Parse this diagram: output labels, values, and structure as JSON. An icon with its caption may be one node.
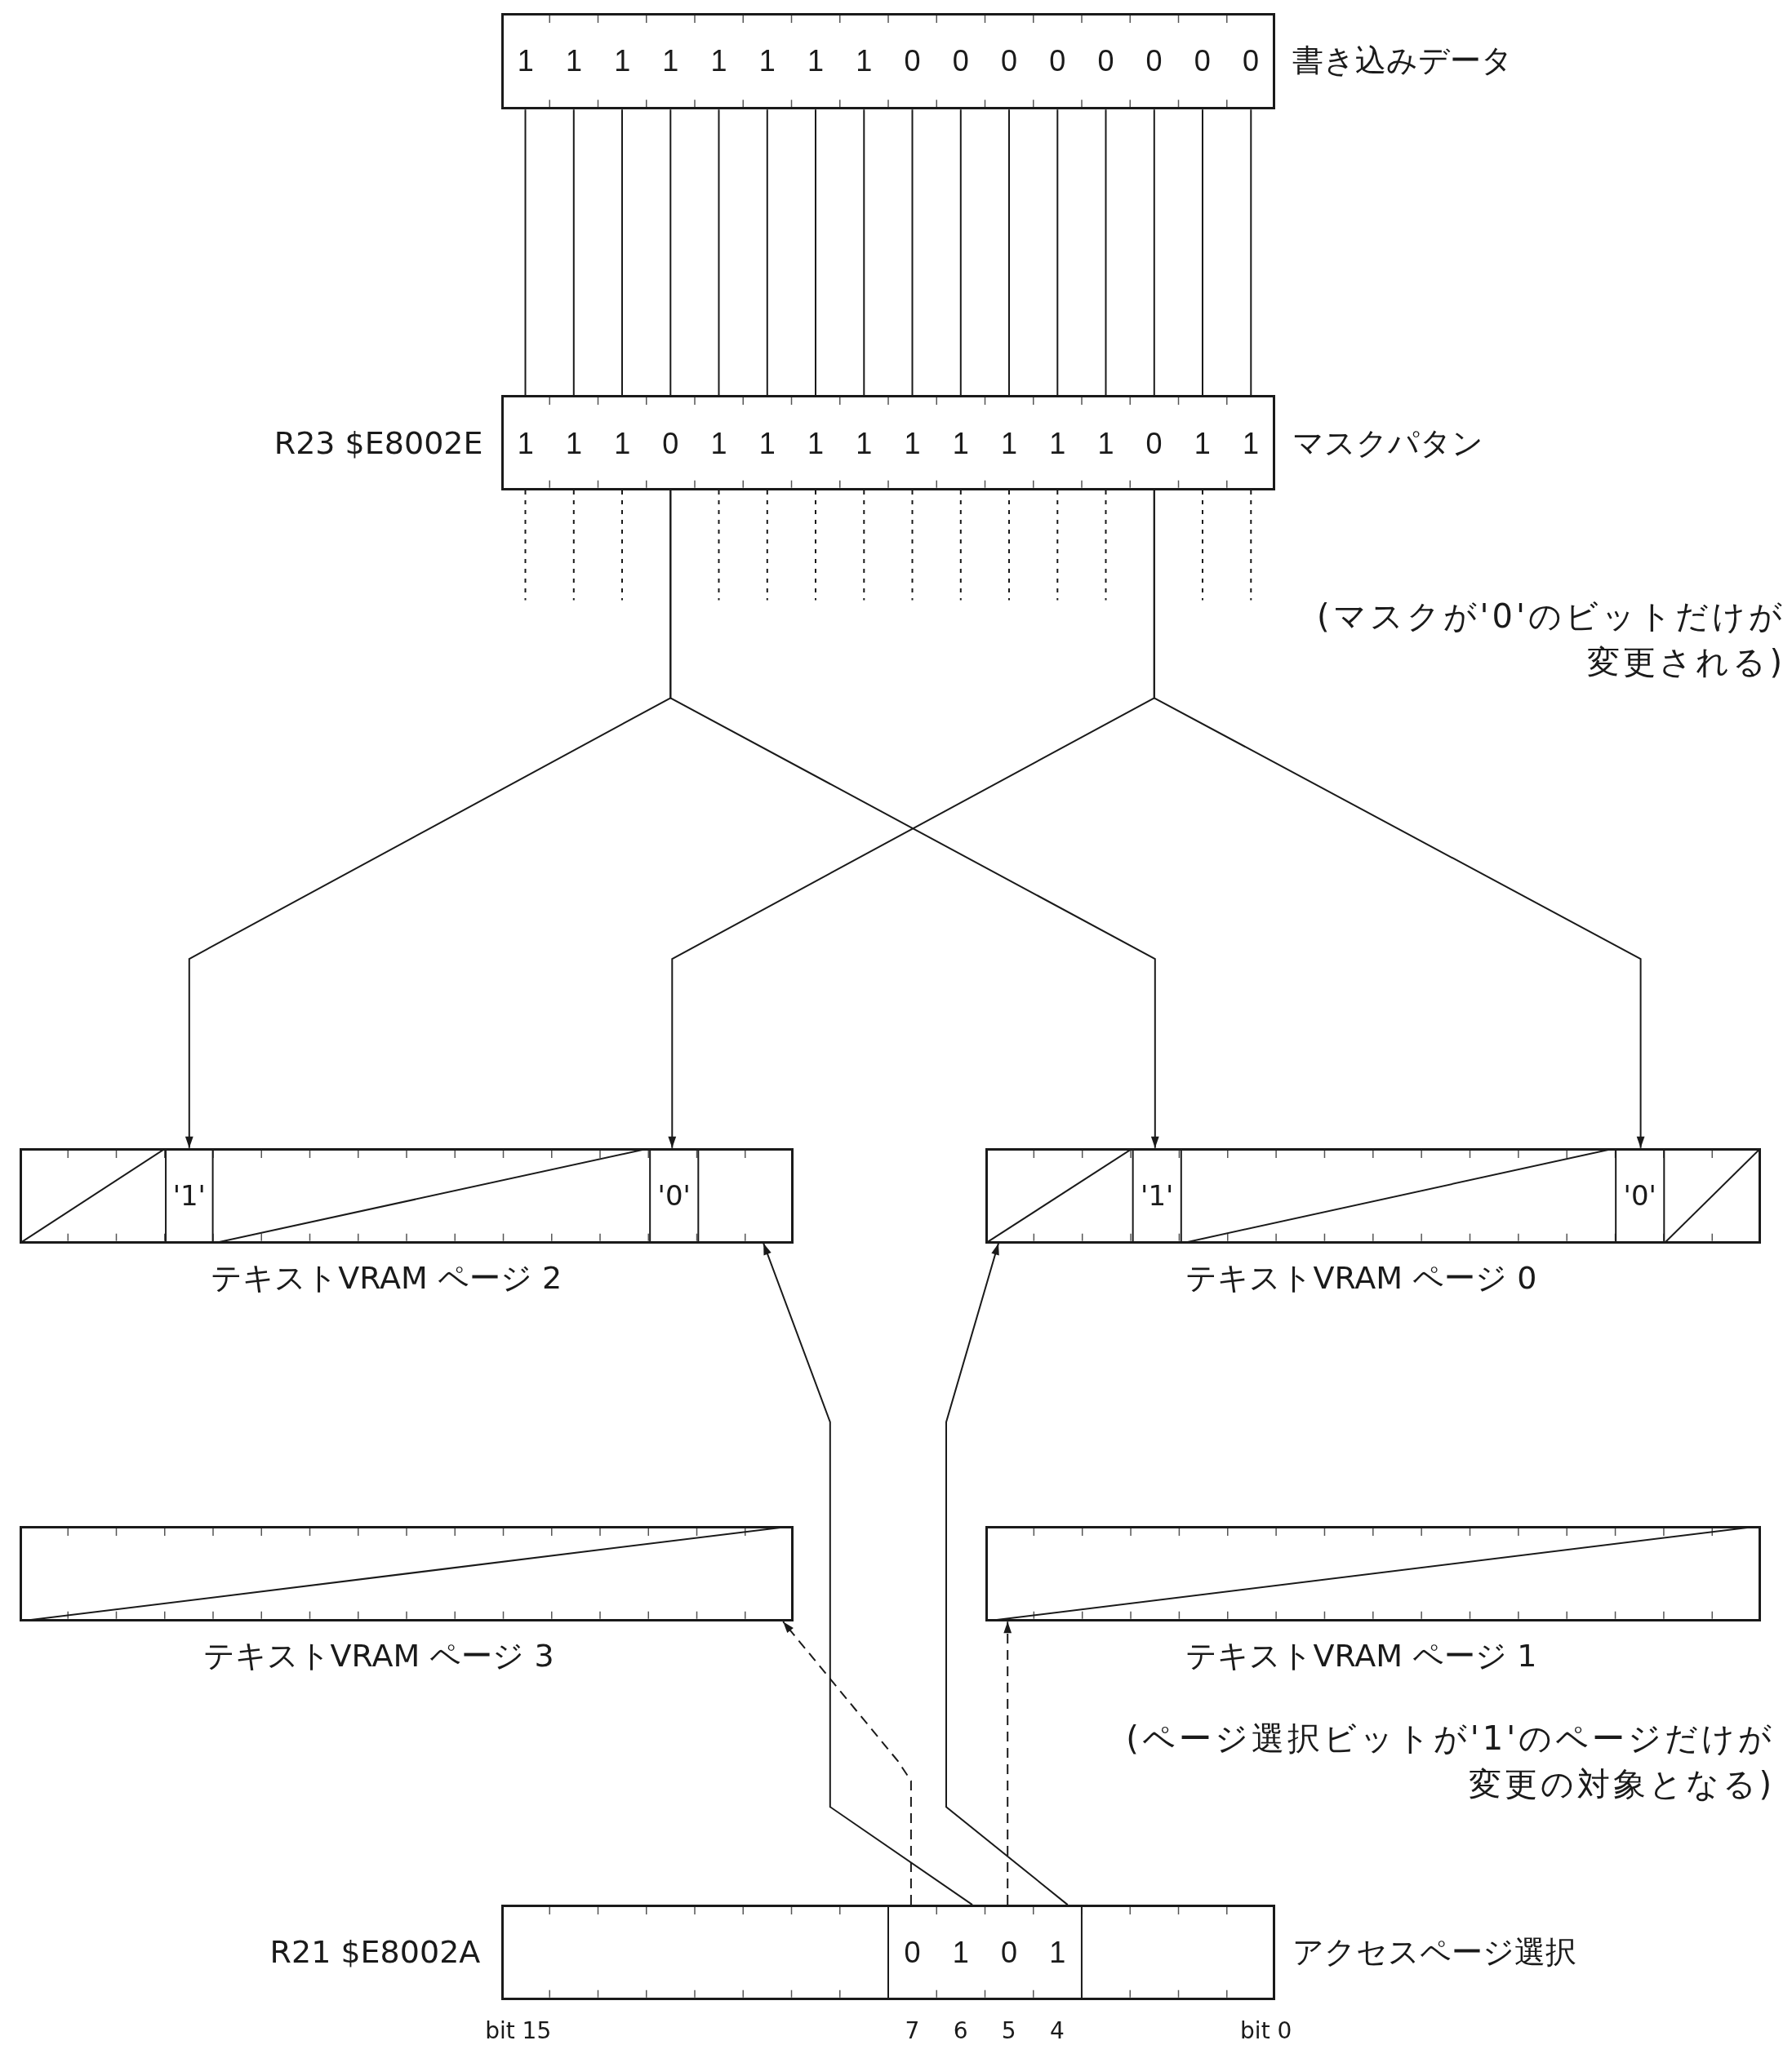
{
  "diagram": {
    "nodes": [
      {
        "text": [
          "1 1 1 1 1 1 1 1 0 0 0 0 0 0 0 0"
        ],
        "beside": [
          "書き込みデータ"
        ]
      },
      {
        "text": [
          "1 1 1 0 1 1 1 1 1 1 1 1 1 0 1 1"
        ],
        "beside": [
          "R23 $E8002E",
          "マスクパタン"
        ]
      },
      {
        "text": [
          "'1'",
          "'0'"
        ],
        "beside": [
          "テキストVRAM ページ 2"
        ]
      },
      {
        "text": [
          "'1'",
          "'0'"
        ],
        "beside": [
          "テキストVRAM ページ 0"
        ]
      },
      {
        "text": [],
        "shape": "box",
        "beside": [
          "テキストVRAM ページ 3"
        ]
      },
      {
        "text": [],
        "shape": "box",
        "beside": [
          "テキストVRAM ページ 1"
        ]
      },
      {
        "text": [
          "0 1 0 1"
        ],
        "beside": [
          "R21 $E8002A",
          "アクセスページ選択"
        ]
      }
    ],
    "edges": [
      {
        "from": 0,
        "to": 1,
        "arrow": "none"
      },
      {
        "from": 0,
        "to": 1,
        "arrow": "none"
      },
      {
        "from": 0,
        "to": 1,
        "arrow": "none"
      },
      {
        "from": 0,
        "to": 1,
        "arrow": "none"
      },
      {
        "from": 0,
        "to": 1,
        "arrow": "none"
      },
      {
        "from": 0,
        "to": 1,
        "arrow": "none"
      },
      {
        "from": 0,
        "to": 1,
        "arrow": "none"
      },
      {
        "from": 0,
        "to": 1,
        "arrow": "none"
      },
      {
        "from": 0,
        "to": 1,
        "arrow": "none"
      },
      {
        "from": 0,
        "to": 1,
        "arrow": "none"
      },
      {
        "from": 0,
        "to": 1,
        "arrow": "none"
      },
      {
        "from": 0,
        "to": 1,
        "arrow": "none"
      },
      {
        "from": 0,
        "to": 1,
        "arrow": "none"
      },
      {
        "from": 0,
        "to": 1,
        "arrow": "none"
      },
      {
        "from": 0,
        "to": 1,
        "arrow": "none"
      },
      {
        "from": 0,
        "to": 1,
        "arrow": "none"
      },
      {
        "from": 1,
        "to": null,
        "arrow": "none",
        "style": "dashed"
      },
      {
        "from": 1,
        "to": null,
        "arrow": "none",
        "style": "dashed"
      },
      {
        "from": 1,
        "to": null,
        "arrow": "none",
        "style": "dashed"
      },
      {
        "from": 1,
        "to": null,
        "arrow": "none",
        "style": "dashed"
      },
      {
        "from": 1,
        "to": null,
        "arrow": "none",
        "style": "dashed"
      },
      {
        "from": 1,
        "to": null,
        "arrow": "none",
        "style": "dashed"
      },
      {
        "from": 1,
        "to": null,
        "arrow": "none",
        "style": "dashed"
      },
      {
        "from": 1,
        "to": null,
        "arrow": "none",
        "style": "dashed"
      },
      {
        "from": 1,
        "to": null,
        "arrow": "none",
        "style": "dashed"
      },
      {
        "from": 1,
        "to": null,
        "arrow": "none",
        "style": "dashed"
      },
      {
        "from": 1,
        "to": null,
        "arrow": "none",
        "style": "dashed"
      },
      {
        "from": 1,
        "to": null,
        "arrow": "none",
        "style": "dashed"
      },
      {
        "from": 1,
        "to": null,
        "arrow": "none",
        "style": "dashed"
      },
      {
        "from": 1,
        "to": null,
        "arrow": "none",
        "style": "dashed"
      },
      {
        "from": 1,
        "to": 2,
        "arrow": "to"
      },
      {
        "from": 1,
        "to": 3,
        "arrow": "to"
      },
      {
        "from": 1,
        "to": 2,
        "arrow": "to"
      },
      {
        "from": 1,
        "to": 3,
        "arrow": "to"
      },
      {
        "from": 6,
        "to": 2,
        "arrow": "to"
      },
      {
        "from": 6,
        "to": 3,
        "arrow": "to"
      },
      {
        "from": 6,
        "to": 4,
        "arrow": "to",
        "style": "dashed"
      },
      {
        "from": 6,
        "to": 5,
        "arrow": "to",
        "style": "dashed"
      }
    ],
    "labels": [
      "(マスクが'0'のビットだけが変更される)",
      "(ページ選択ビットが'1'のページだけが変更の対象となる)",
      "bit 15",
      "7",
      "6",
      "5",
      "4",
      "bit 0"
    ]
  }
}
